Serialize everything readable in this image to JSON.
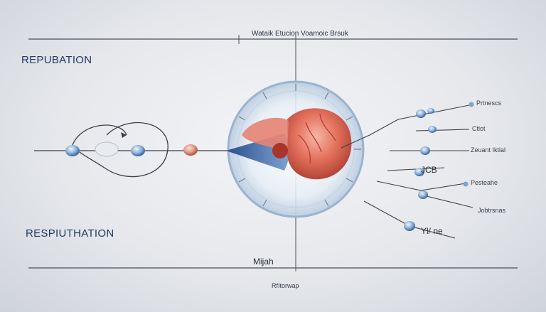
{
  "labels": {
    "top_caption": "Wataik Etucion Voamoic Brsuk",
    "left_title": "REPUBATION",
    "left_bottom_title": "RESPIUTHATION",
    "center_bottom": "Mijah",
    "footer": "RfItorwap",
    "right_1": "Prtnescs",
    "right_2": "Ctlot",
    "right_3": "Zeuant Iktlal",
    "right_4": "JCB",
    "right_5": "Pesteahe",
    "right_6": "Jobtrsnas",
    "right_7": "Yl/ ne"
  },
  "colors": {
    "accent_blue": "#2f5fa8",
    "heart_red": "#d85a4a",
    "line_dark": "#3a3f47"
  }
}
